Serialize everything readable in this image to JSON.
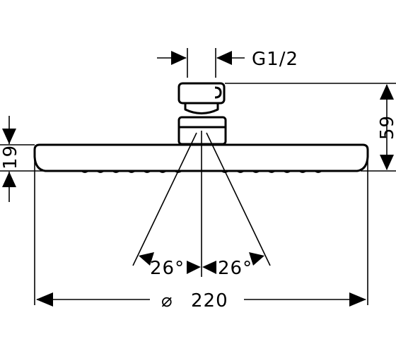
{
  "dimensions": {
    "thread_label": "G1/2",
    "height_label": "59",
    "thickness_label": "19",
    "angle_left_label": "26°",
    "angle_right_label": "26°",
    "diameter_symbol": "⌀",
    "diameter_value": "220"
  }
}
